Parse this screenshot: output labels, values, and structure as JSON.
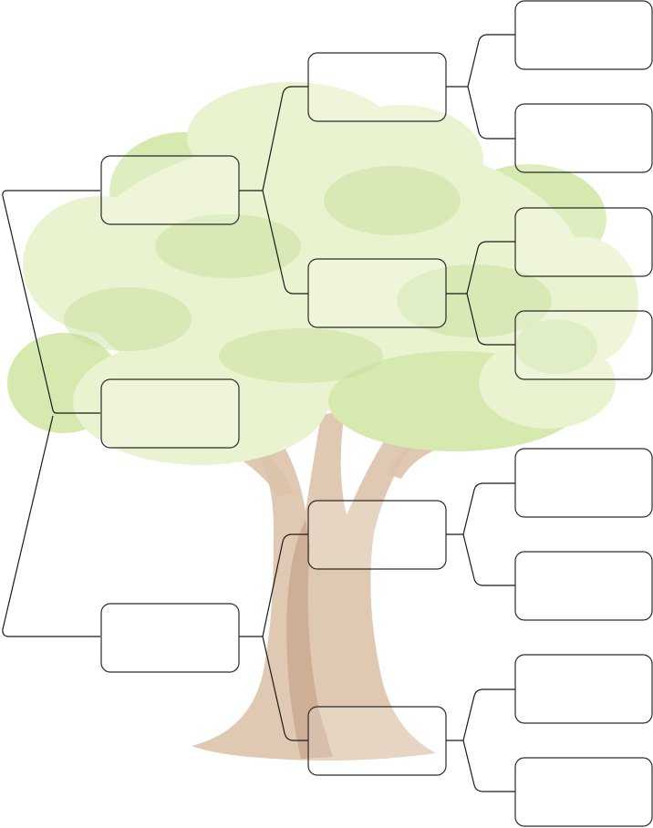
{
  "diagram": {
    "type": "family-tree-template",
    "generations": 4,
    "background_illustration": "tree",
    "colors": {
      "canopy_light": "#e9f3cf",
      "canopy_mid": "#d6eab0",
      "canopy_dark": "#c3de96",
      "trunk": "#dcc3aa",
      "trunk_shadow": "#ccab90",
      "lines": "#1a1a1a",
      "box_stroke": "#2a2a2a"
    },
    "boxes": [
      {
        "id": "root-left",
        "generation": 1,
        "label": ""
      },
      {
        "id": "root-right",
        "generation": 1,
        "label": ""
      },
      {
        "id": "parent-1",
        "generation": 2,
        "label": ""
      },
      {
        "id": "parent-2",
        "generation": 2,
        "label": ""
      },
      {
        "id": "grandparent-1",
        "generation": 3,
        "label": ""
      },
      {
        "id": "grandparent-2",
        "generation": 3,
        "label": ""
      },
      {
        "id": "grandparent-3",
        "generation": 3,
        "label": ""
      },
      {
        "id": "grandparent-4",
        "generation": 3,
        "label": ""
      },
      {
        "id": "great-grandparent-1",
        "generation": 4,
        "label": ""
      },
      {
        "id": "great-grandparent-2",
        "generation": 4,
        "label": ""
      },
      {
        "id": "great-grandparent-3",
        "generation": 4,
        "label": ""
      },
      {
        "id": "great-grandparent-4",
        "generation": 4,
        "label": ""
      },
      {
        "id": "great-grandparent-5",
        "generation": 4,
        "label": ""
      },
      {
        "id": "great-grandparent-6",
        "generation": 4,
        "label": ""
      },
      {
        "id": "great-grandparent-7",
        "generation": 4,
        "label": ""
      },
      {
        "id": "great-grandparent-8",
        "generation": 4,
        "label": ""
      }
    ]
  }
}
